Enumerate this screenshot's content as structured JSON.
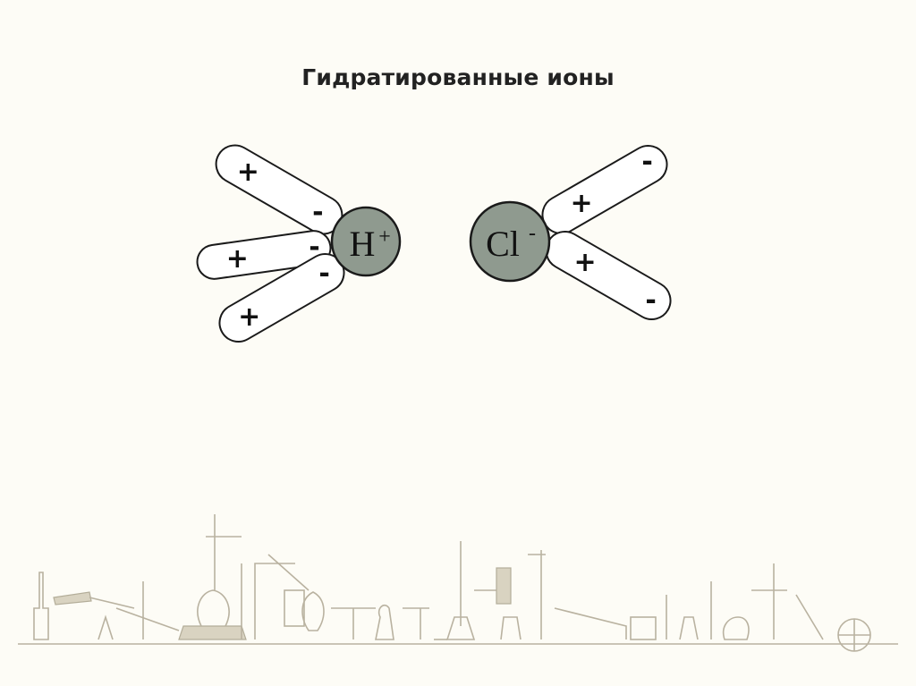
{
  "title": "Гидратированные ионы",
  "ions": {
    "hydrogen": {
      "symbol": "H",
      "charge": "+"
    },
    "chloride": {
      "symbol": "Cl",
      "charge": "-"
    }
  },
  "signs": {
    "positive": "+",
    "negative": "-"
  },
  "colors": {
    "ion_fill": "#8f9a8f",
    "outline": "#1a1a1a",
    "molecule_fill": "#ffffff",
    "background": "#fdfcf6",
    "decor": "#b9b2a0"
  },
  "icons": {
    "decor": "laboratory-glassware-illustration"
  }
}
